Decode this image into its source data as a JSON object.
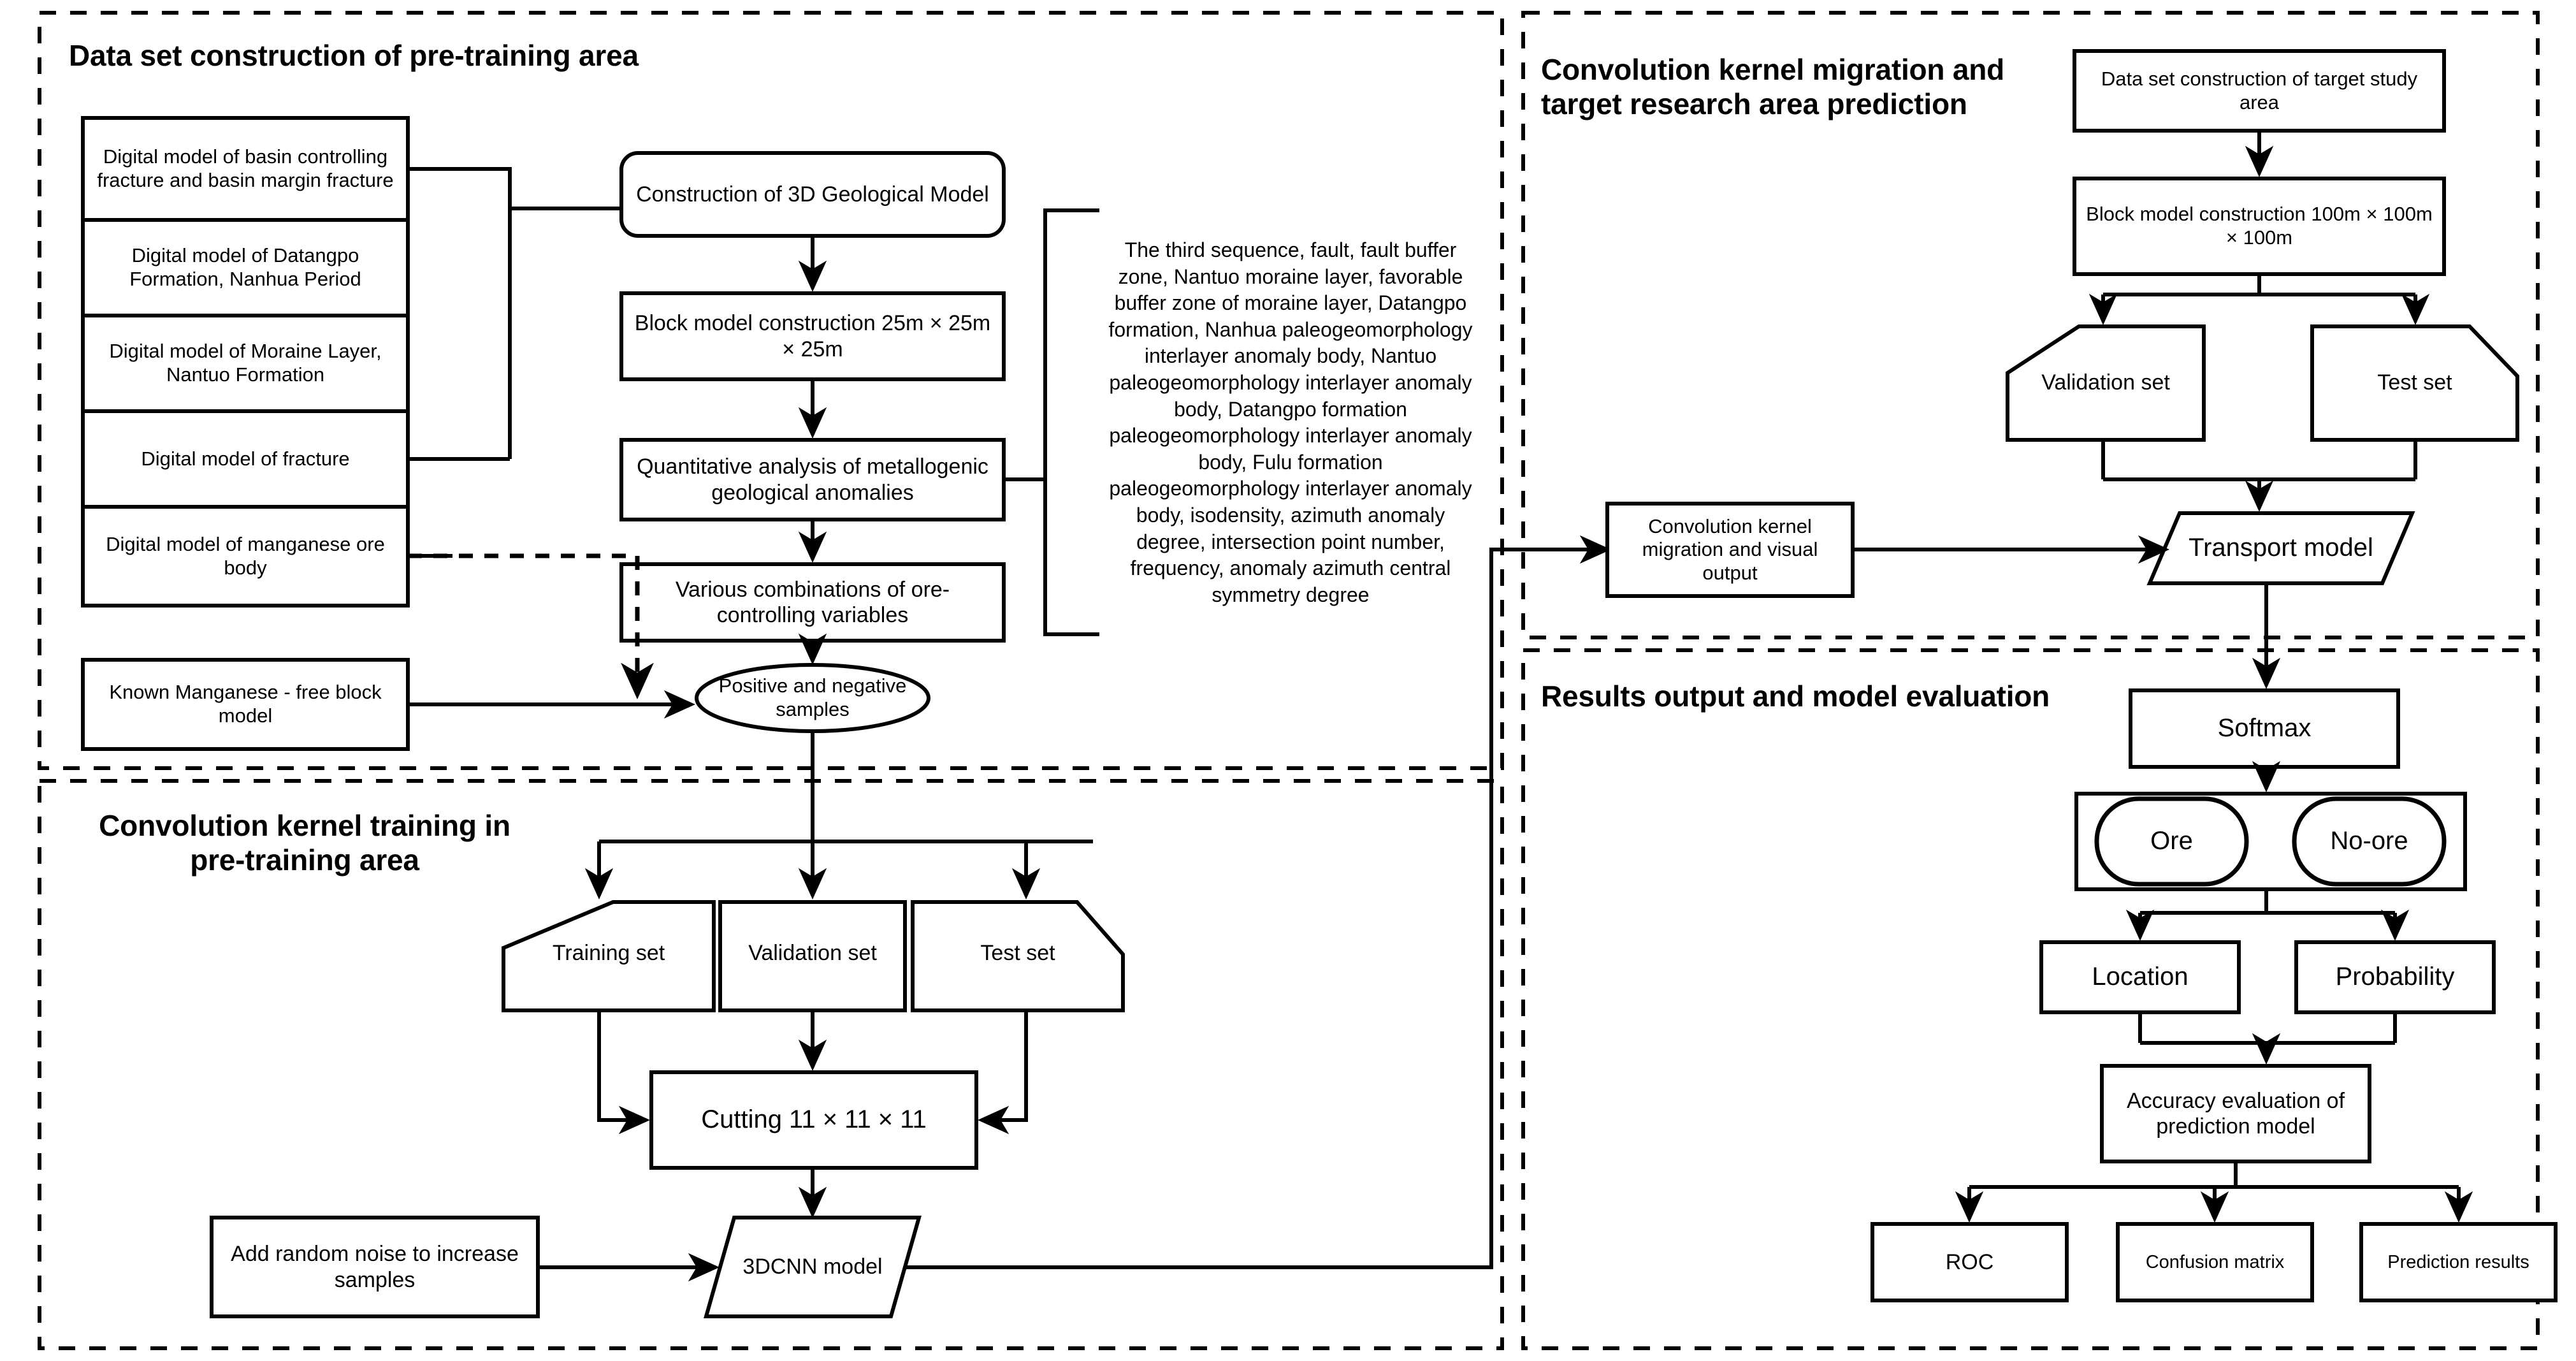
{
  "figure": {
    "type": "flowchart",
    "description": "Workflow diagram of 3DCNN based manganese ore prospectivity prediction with convolution kernel migration"
  },
  "panels": [
    {
      "id": "pretrain_dataset",
      "title": "Data set construction of pre-training area"
    },
    {
      "id": "kernel_training",
      "title": "Convolution kernel training in pre-training area"
    },
    {
      "id": "kernel_migration",
      "title": "Convolution kernel migration and target research area prediction"
    },
    {
      "id": "results_eval",
      "title": "Results output and model evaluation"
    }
  ],
  "nodes": {
    "digital_basin_fracture": "Digital model of basin controlling fracture and basin margin fracture",
    "digital_datangpo": "Digital model of Datangpo Formation, Nanhua Period",
    "digital_moraine": "Digital model of Moraine Layer, Nantuo Formation",
    "digital_fracture": "Digital model of fracture",
    "digital_manganese_ore": "Digital model of manganese ore body",
    "known_mn_free_block": "Known Manganese - free block model",
    "construction_3d_geological": "Construction of 3D Geological Model",
    "block_model_25m": "Block model construction 25m × 25m × 25m",
    "quantitative_analysis": "Quantitative analysis of metallogenic geological anomalies",
    "ore_controlling_variables": "Various combinations of ore-controlling variables",
    "variable_list": "The third sequence, fault, fault buffer zone, Nantuo moraine layer, favorable buffer zone of moraine layer, Datangpo formation, Nanhua paleogeomorphology interlayer anomaly body, Nantuo paleogeomorphology interlayer anomaly body, Datangpo formation paleogeomorphology interlayer anomaly body, Fulu formation paleogeomorphology interlayer anomaly body, isodensity, azimuth anomaly degree, intersection point number, frequency, anomaly azimuth central symmetry degree",
    "positive_negative_samples": "Positive and negative samples",
    "training_set": "Training set",
    "validation_set": "Validation set",
    "test_set": "Test set",
    "cutting": "Cutting 11 × 11 × 11",
    "add_random_noise": "Add random noise to increase samples",
    "cnn_model_3d": "3DCNN model",
    "target_dataset": "Data set construction of target study area",
    "block_model_100m": "Block model construction 100m × 100m × 100m",
    "validation_set_target": "Validation set",
    "test_set_target": "Test set",
    "kernel_migration_output": "Convolution kernel migration and visual output",
    "transport_model": "Transport model",
    "softmax": "Softmax",
    "ore": "Ore",
    "no_ore": "No-ore",
    "location": "Location",
    "probability": "Probability",
    "accuracy_evaluation": "Accuracy evaluation of prediction model",
    "roc": "ROC",
    "confusion_matrix": "Confusion matrix",
    "prediction_results": "Prediction results"
  },
  "style": {
    "stroke": "#000000",
    "fill": "#ffffff",
    "panel_border": "dashed"
  }
}
